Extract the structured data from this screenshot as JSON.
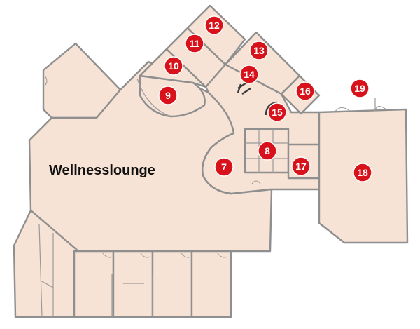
{
  "map": {
    "lounge_label": "Wellnesslounge",
    "marker_color": "#d8121b",
    "floor_color": "#f7e3d6",
    "wall_color": "#8f8f8f",
    "markers": [
      {
        "id": "7",
        "label": "7"
      },
      {
        "id": "8",
        "label": "8"
      },
      {
        "id": "9",
        "label": "9"
      },
      {
        "id": "10",
        "label": "10"
      },
      {
        "id": "11",
        "label": "11"
      },
      {
        "id": "12",
        "label": "12"
      },
      {
        "id": "13",
        "label": "13"
      },
      {
        "id": "14",
        "label": "14"
      },
      {
        "id": "15",
        "label": "15"
      },
      {
        "id": "16",
        "label": "16"
      },
      {
        "id": "17",
        "label": "17"
      },
      {
        "id": "18",
        "label": "18"
      },
      {
        "id": "19",
        "label": "19"
      }
    ]
  }
}
